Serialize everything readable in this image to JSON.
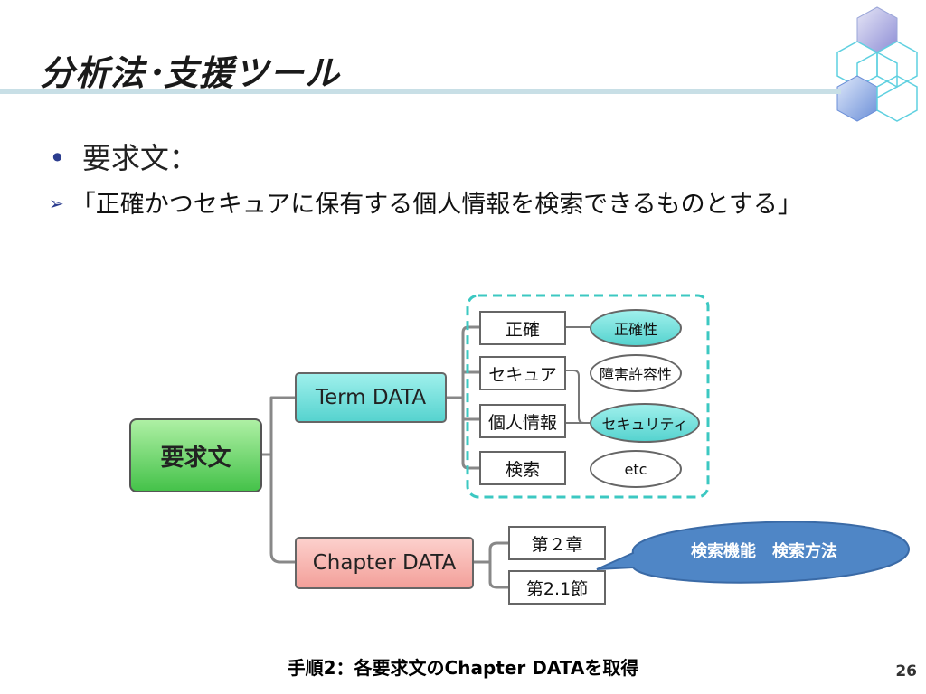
{
  "title": "分析法･支援ツール",
  "bullet": {
    "symbol": "•",
    "text": "要求文："
  },
  "subbullet": {
    "symbol": "➢",
    "text": "「正確かつセキュアに保有する個人情報を検索できるものとする」"
  },
  "diagram": {
    "root": "要求文",
    "term_data": "Term DATA",
    "term_items": [
      "正確",
      "セキュア",
      "個人情報",
      "検索"
    ],
    "term_ellipses": [
      "正確性",
      "障害許容性",
      "セキュリティ",
      "etc"
    ],
    "chapter_data": "Chapter DATA",
    "chapter_items": [
      "第２章",
      "第2.1節"
    ],
    "callout": "検索機能　検索方法"
  },
  "footer": "手順2：各要求文のChapter DATAを取得",
  "page_number": "26",
  "colors": {
    "accent": "#4d8fc4",
    "term": "#5fd6d2",
    "root": "#55c955",
    "chapter": "#f5a9a3",
    "dashed": "#3cc8c2"
  }
}
